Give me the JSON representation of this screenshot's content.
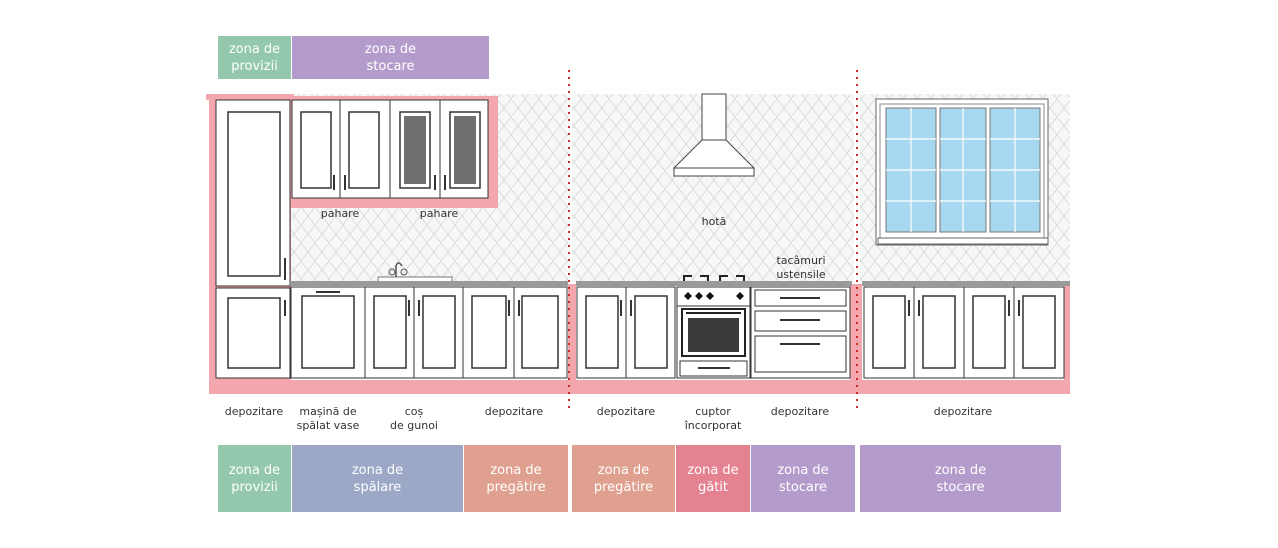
{
  "top_zones": [
    {
      "line1": "zona de",
      "line2": "provizii",
      "color": "#93c8ac"
    },
    {
      "line1": "zona de",
      "line2": "stocare",
      "color": "#b39ccb"
    }
  ],
  "bottom_zones": [
    {
      "line1": "zona de",
      "line2": "provizii",
      "color": "#93c8ac"
    },
    {
      "line1": "zona de",
      "line2": "spălare",
      "color": "#9ca8c6"
    },
    {
      "line1": "zona de",
      "line2": "pregătire",
      "color": "#e0a08f"
    },
    {
      "line1": "zona de",
      "line2": "pregătire",
      "color": "#e0a08f"
    },
    {
      "line1": "zona de",
      "line2": "gătit",
      "color": "#e58292"
    },
    {
      "line1": "zona de",
      "line2": "stocare",
      "color": "#b39ccb"
    },
    {
      "line1": "zona de",
      "line2": "stocare",
      "color": "#b39ccb"
    }
  ],
  "item_labels": [
    {
      "line1": "depozitare",
      "line2": ""
    },
    {
      "line1": "mașină de",
      "line2": "spălat vase"
    },
    {
      "line1": "coș",
      "line2": "de gunoi"
    },
    {
      "line1": "depozitare",
      "line2": ""
    },
    {
      "line1": "depozitare",
      "line2": ""
    },
    {
      "line1": "cuptor",
      "line2": "încorporat"
    },
    {
      "line1": "depozitare",
      "line2": ""
    },
    {
      "line1": "depozitare",
      "line2": ""
    }
  ],
  "wall_labels": {
    "glasses_1": "pahare",
    "glasses_2": "pahare",
    "hood": "hotă",
    "utensils_1": "tacâmuri",
    "utensils_2": "ustensile"
  },
  "colors": {
    "highlight": "#f3a6ae",
    "divider": "#cc2a2a",
    "countertop": "#9a9a9a",
    "glass": "#a8d8ef"
  }
}
